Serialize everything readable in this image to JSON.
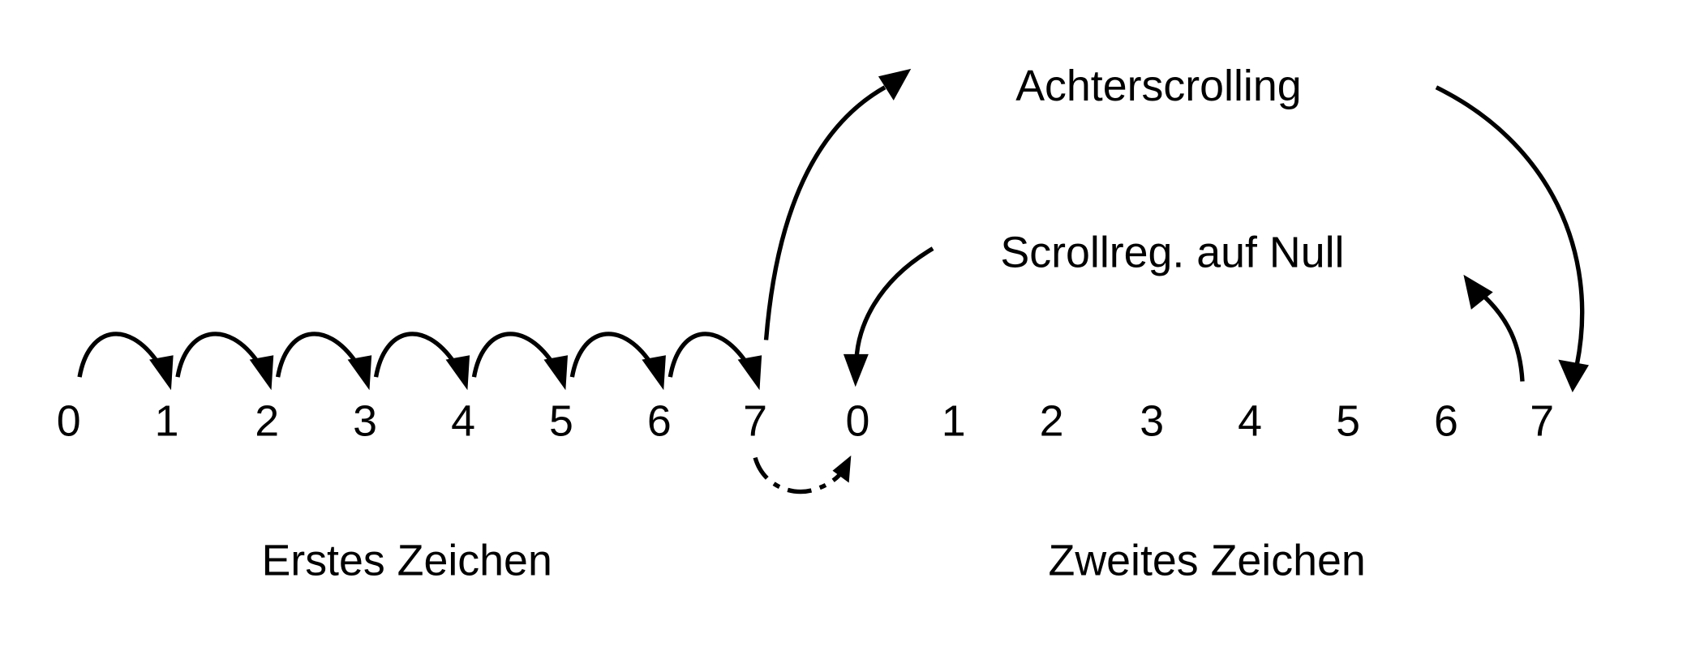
{
  "first_char": {
    "label": "Erstes Zeichen",
    "digits": [
      "0",
      "1",
      "2",
      "3",
      "4",
      "5",
      "6",
      "7"
    ]
  },
  "second_char": {
    "label": "Zweites Zeichen",
    "digits": [
      "0",
      "1",
      "2",
      "3",
      "4",
      "5",
      "6",
      "7"
    ]
  },
  "annotations": {
    "eight_scrolling": "Achterscrolling",
    "scroll_reg_zero": "Scrollreg. auf Null"
  },
  "colors": {
    "ink": "#000000",
    "background": "#ffffff"
  }
}
